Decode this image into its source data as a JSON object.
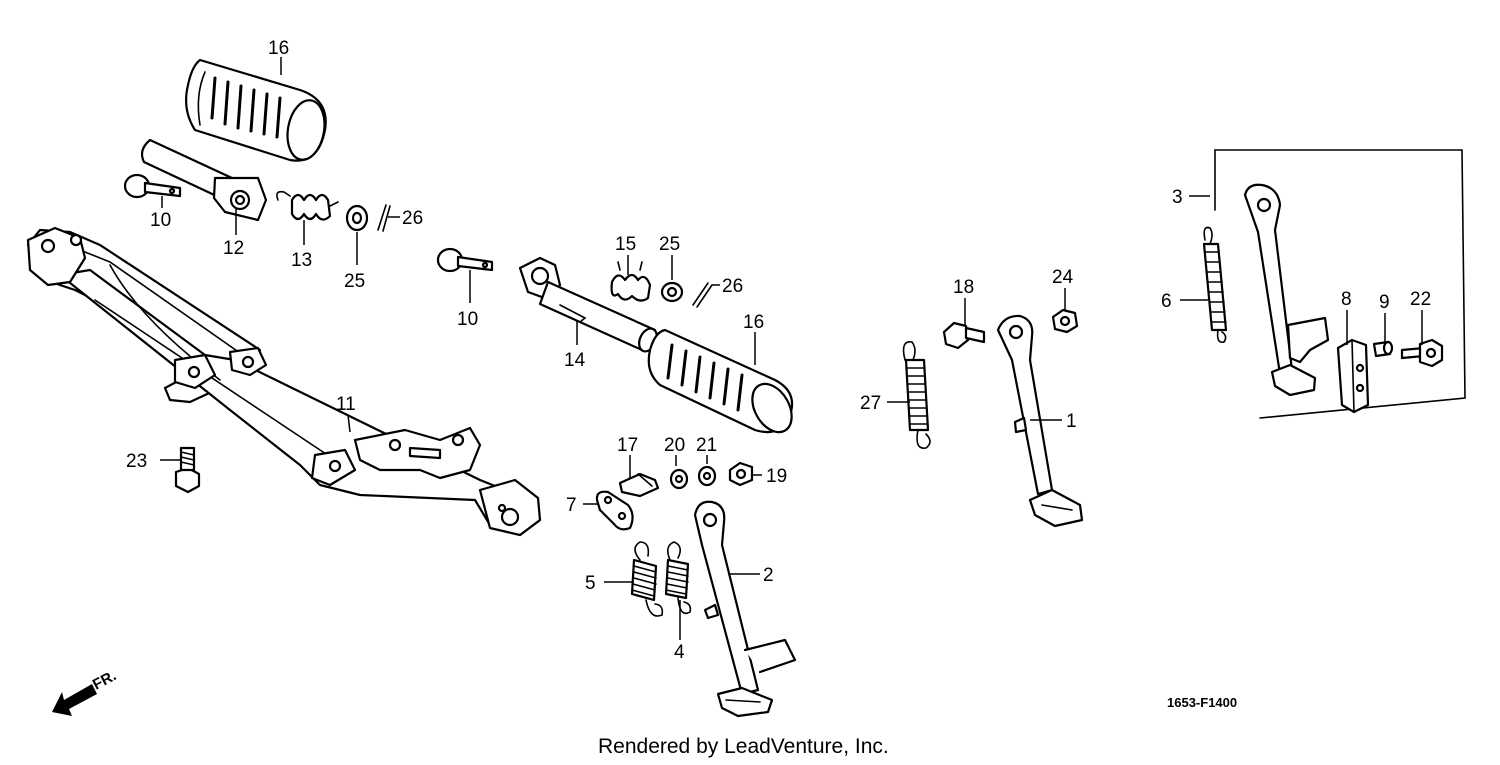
{
  "callouts": {
    "c1": "1",
    "c2": "2",
    "c3": "3",
    "c4": "4",
    "c5": "5",
    "c6": "6",
    "c7": "7",
    "c8": "8",
    "c9": "9",
    "c10a": "10",
    "c10b": "10",
    "c11": "11",
    "c12": "12",
    "c13": "13",
    "c14": "14",
    "c15": "15",
    "c16a": "16",
    "c16b": "16",
    "c17": "17",
    "c18": "18",
    "c19": "19",
    "c20": "20",
    "c21": "21",
    "c22": "22",
    "c23": "23",
    "c24": "24",
    "c25a": "25",
    "c25b": "25",
    "c26a": "26",
    "c26b": "26",
    "c27": "27"
  },
  "front_indicator": "FR.",
  "diagram_code": "1653-F1400",
  "credit": "Rendered by LeadVenture, Inc."
}
